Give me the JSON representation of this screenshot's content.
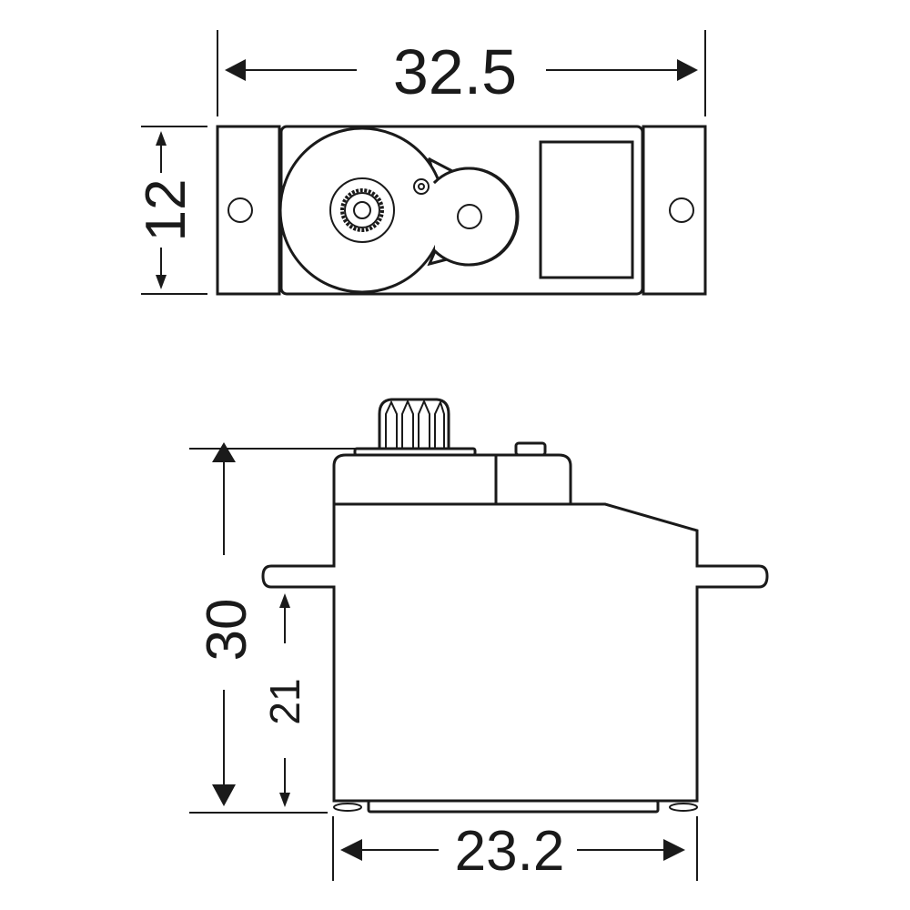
{
  "drawing": {
    "subject": "Servo motor dimensional drawing",
    "units_implied": "mm",
    "line_color": "#1a1a1a",
    "background": "#ffffff"
  },
  "top_view": {
    "name": "Top view",
    "dimensions": {
      "overall_length": {
        "label": "32.5",
        "value": 32.5,
        "orientation": "horizontal"
      },
      "body_width": {
        "label": "12",
        "value": 12,
        "orientation": "vertical"
      }
    },
    "features": [
      "left-mounting-tab",
      "right-mounting-tab",
      "mounting-hole-left",
      "mounting-hole-right",
      "main-gear",
      "output-spline",
      "secondary-gear",
      "small-pin",
      "label-window"
    ]
  },
  "side_view": {
    "name": "Side view",
    "dimensions": {
      "overall_height": {
        "label": "30",
        "value": 30,
        "orientation": "vertical"
      },
      "tab_to_bottom_height": {
        "label": "21",
        "value": 21,
        "orientation": "vertical"
      },
      "body_length": {
        "label": "23.2",
        "value": 23.2,
        "orientation": "horizontal"
      }
    },
    "features": [
      "output-spline",
      "top-cover",
      "raised-button",
      "case-body",
      "left-mounting-ear",
      "right-mounting-ear",
      "bottom-plate",
      "bottom-feet"
    ]
  }
}
